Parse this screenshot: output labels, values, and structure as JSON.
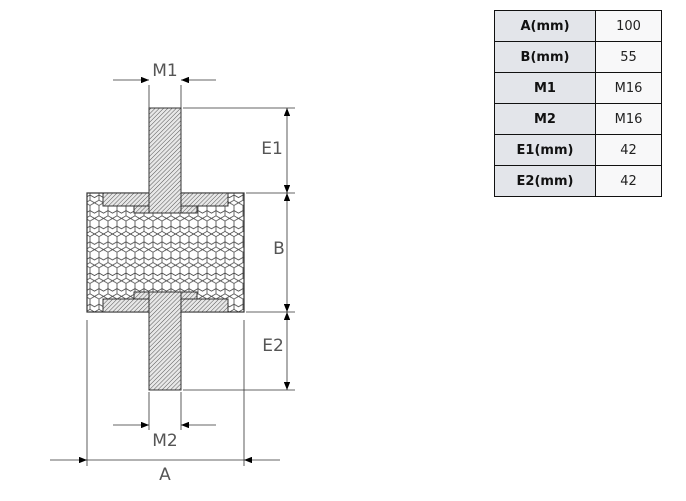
{
  "drawing": {
    "labels": {
      "m1": "M1",
      "m2": "M2",
      "e1": "E1",
      "e2": "E2",
      "b": "B",
      "a": "A"
    }
  },
  "spec_table": {
    "rows": [
      {
        "label": "A(mm)",
        "value": "100"
      },
      {
        "label": "B(mm)",
        "value": "55"
      },
      {
        "label": "M1",
        "value": "M16"
      },
      {
        "label": "M2",
        "value": "M16"
      },
      {
        "label": "E1(mm)",
        "value": "42"
      },
      {
        "label": "E2(mm)",
        "value": "42"
      }
    ]
  }
}
